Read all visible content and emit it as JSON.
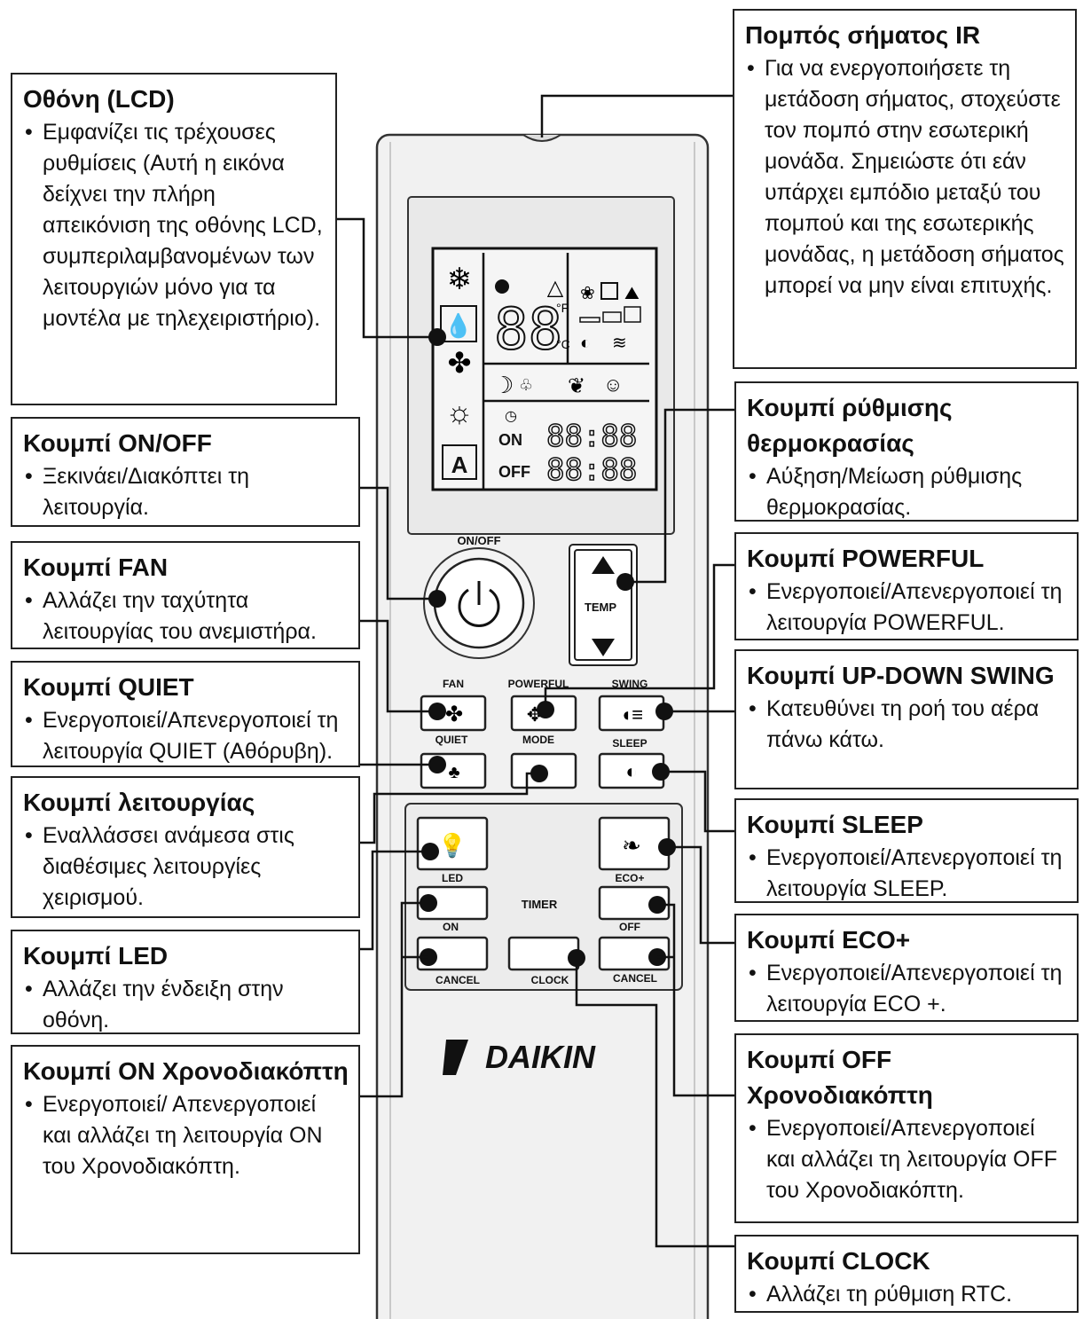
{
  "callouts": {
    "lcd": {
      "title": "Οθόνη (LCD)",
      "desc": "Εμφανίζει τις τρέχουσες ρυθμίσεις (Αυτή η εικόνα δείχνει την πλήρη απεικόνιση της οθόνης LCD, συμπεριλαμβανομένων των λειτουργιών μόνο για τα μοντέλα με τηλεχειριστήριο)."
    },
    "onoff": {
      "title": "Κουμπί ON/OFF",
      "desc": "Ξεκινάει/Διακόπτει τη λειτουργία."
    },
    "fan": {
      "title": "Κουμπί FAN",
      "desc": "Αλλάζει την ταχύτητα λειτουργίας του ανεμιστήρα."
    },
    "quiet": {
      "title": "Κουμπί QUIET",
      "desc": "Ενεργοποιεί/Απενεργοποιεί τη λειτουργία QUIET (Αθόρυβη)."
    },
    "mode": {
      "title": "Κουμπί λειτουργίας",
      "desc": "Εναλλάσσει ανάμεσα στις διαθέσιμες λειτουργίες χειρισμού."
    },
    "led": {
      "title": "Κουμπί LED",
      "desc": "Αλλάζει την ένδειξη στην οθόνη."
    },
    "timer_on": {
      "title": "Κουμπί ON Χρονοδιακόπτη",
      "desc": "Ενεργοποιεί/ Απενεργοποιεί και αλλάζει τη λειτουργία ON του Χρονοδιακόπτη."
    },
    "ir": {
      "title": "Πομπός σήματος IR",
      "desc": "Για να ενεργοποιήσετε τη μετάδοση σήματος, στοχεύστε τον πομπό στην εσωτερική μονάδα. Σημειώστε ότι εάν υπάρχει εμπόδιο μεταξύ του πομπού και της εσωτερικής μονάδας, η μετάδοση σήματος μπορεί να μην είναι επιτυχής."
    },
    "temp": {
      "title": "Κουμπί ρύθμισης θερμοκρασίας",
      "desc": "Αύξηση/Μείωση ρύθμισης θερμοκρασίας."
    },
    "powerful": {
      "title": "Κουμπί POWERFUL",
      "desc": "Ενεργοποιεί/Απενεργοποιεί τη λειτουργία POWERFUL."
    },
    "swing": {
      "title": "Κουμπί UP-DOWN SWING",
      "desc": "Κατευθύνει τη ροή του αέρα πάνω κάτω."
    },
    "sleep": {
      "title": "Κουμπί SLEEP",
      "desc": "Ενεργοποιεί/Απενεργοποιεί τη λειτουργία SLEEP."
    },
    "eco": {
      "title": "Κουμπί ECO+",
      "desc": "Ενεργοποιεί/Απενεργοποιεί τη λειτουργία ECO +."
    },
    "timer_off": {
      "title": "Κουμπί OFF Χρονοδιακόπτη",
      "desc": "Ενεργοποιεί/Απενεργοποιεί και αλλάζει τη λειτουργία OFF του Χρονοδιακόπτη."
    },
    "clock": {
      "title": "Κουμπί CLOCK",
      "desc": "Αλλάζει τη ρύθμιση RTC."
    }
  },
  "remote": {
    "onoff_label": "ON/OFF",
    "temp_label": "TEMP",
    "fan_label": "FAN",
    "powerful_label": "POWERFUL",
    "swing_label": "SWING",
    "quiet_label": "QUIET",
    "mode_label": "MODE",
    "sleep_label": "SLEEP",
    "led_label": "LED",
    "eco_label": "ECO+",
    "timer_label": "TIMER",
    "on_label": "ON",
    "off_label": "OFF",
    "cancel_label": "CANCEL",
    "clock_label": "CLOCK",
    "brand": "DAIKIN"
  },
  "lcd": {
    "on_text": "ON",
    "off_text": "OFF",
    "digits": "88",
    "time_digits": "88:88",
    "auto_letter": "A"
  },
  "colors": {
    "ink": "#111111",
    "body": "#f1f1f1",
    "screen": "#e9e9e9"
  }
}
